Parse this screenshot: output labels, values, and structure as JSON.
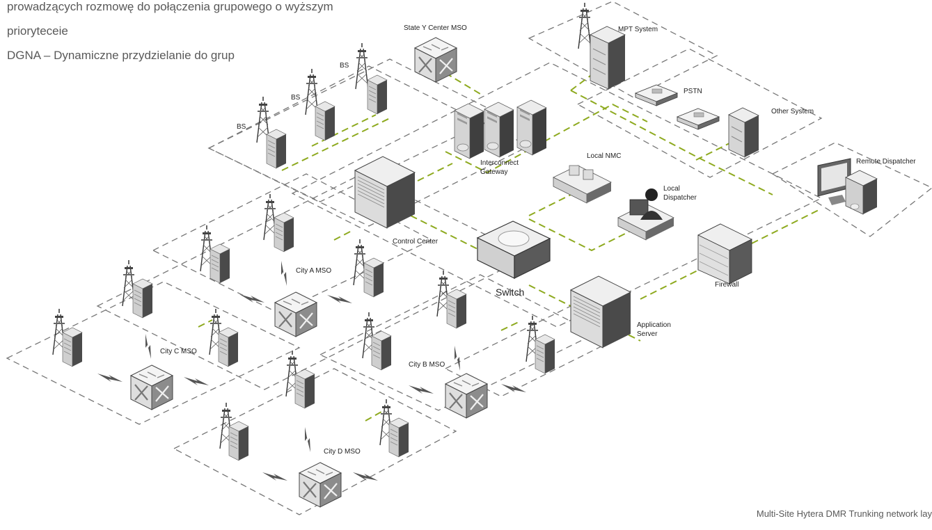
{
  "intro_lines": [
    "prowadzących rozmowę do połączenia grupowego o wyższym",
    "prioryteceie",
    "DGNA – Dynamiczne przydzielanie do grup"
  ],
  "caption": "Multi-Site Hytera DMR Trunking network lay",
  "labels": {
    "state_y_center_mso": "State Y Center MSO",
    "mpt_system": "MPT System",
    "pstn": "PSTN",
    "other_system": "Other System",
    "remote_dispatcher": "Remote Dispatcher",
    "bs_1": "BS",
    "bs_2": "BS",
    "bs_3": "BS",
    "interconnect_gateway_1": "Interconnect",
    "interconnect_gateway_2": "Gateway",
    "local_nmc": "Local NMC",
    "local_dispatcher_1": "Local",
    "local_dispatcher_2": "Dispatcher",
    "control_center": "Control Center",
    "city_a_mso": "City A MSO",
    "switch": "Switch",
    "firewall": "Firewall",
    "application_server_1": "Application",
    "application_server_2": "Server",
    "city_c_mso": "City C MSO",
    "city_b_mso": "City B MSO",
    "city_d_mso": "City D MSO"
  },
  "colors": {
    "link": "#8eaa1f",
    "zone_border": "#777777",
    "device_light": "#f2f2f2",
    "device_mid": "#d0d0d0",
    "device_dark": "#4d4d4d",
    "text": "#595959"
  },
  "icons": [
    "tower-icon",
    "rack-icon",
    "mso-switch-icon",
    "server-icon",
    "cabinet-icon",
    "phone-icon",
    "monitor-icon",
    "firewall-icon",
    "person-icon",
    "bolt-icon"
  ]
}
